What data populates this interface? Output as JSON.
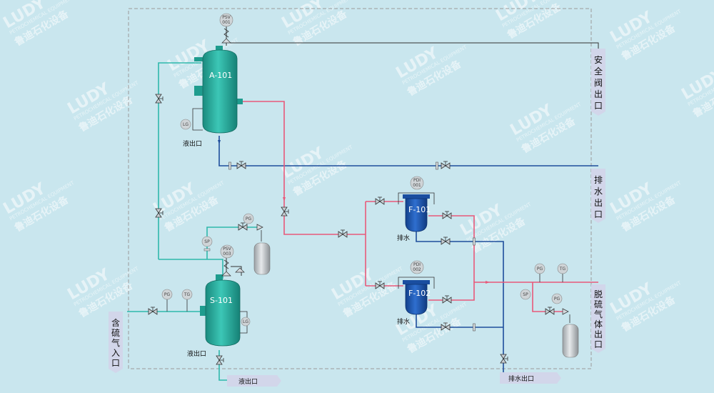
{
  "watermark": {
    "brand": "LUDY",
    "sub": "PETROCHEMICAL EQUIPMENT",
    "cn": "鲁迪石化设备"
  },
  "equipment": {
    "a101": "A-101",
    "s101": "S-101",
    "f101": "F-101",
    "f102": "F-102"
  },
  "instruments": {
    "psv001": [
      "PSV",
      "001"
    ],
    "psv003": [
      "PSV",
      "003"
    ],
    "pdi001": [
      "PDI",
      "001"
    ],
    "pdi002": [
      "PDI",
      "002"
    ],
    "pg": "PG",
    "tg": "TG",
    "sp": "SP",
    "lg": "LG"
  },
  "labels": {
    "liquid_out": "液出口",
    "drain": "排水",
    "drain_outlet": "排水出口",
    "liquid_outlet_bottom": "液出口"
  },
  "side_labels": {
    "safety_valve_outlet": "安全阀出口",
    "drain_outlet": "排水出口",
    "desulfurized_gas_outlet": "脱硫气体出口",
    "sour_gas_inlet": "含硫气入口"
  },
  "colors": {
    "background": "#c9e6ee",
    "teal_line": "#2fb8ac",
    "blue_line": "#1f4e9c",
    "red_line": "#e8597a",
    "teal_vessel": "#1f9c8e",
    "blue_vessel": "#1a4ea0",
    "label_bg": "#d2d6ea",
    "dashed_border": "#9a9a9a"
  }
}
